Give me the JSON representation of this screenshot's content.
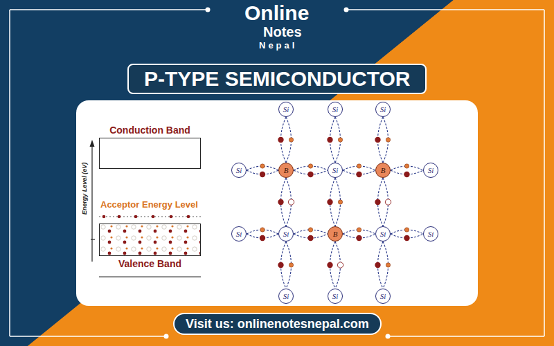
{
  "diagram": {
    "title": "P-TYPE SEMICONDUCTOR",
    "nodes": [
      {
        "text": [
          "Conduction Band"
        ]
      },
      {
        "text": [
          "Valence Band"
        ]
      },
      {
        "text": [
          "Si"
        ]
      },
      {
        "text": [
          "Si"
        ]
      },
      {
        "text": [
          "Si"
        ]
      },
      {
        "text": [
          "Si"
        ]
      },
      {
        "text": [
          "B"
        ]
      },
      {
        "text": [
          "Si"
        ]
      },
      {
        "text": [
          "B"
        ]
      },
      {
        "text": [
          "Si"
        ]
      },
      {
        "text": [
          "Si"
        ]
      },
      {
        "text": [
          "Si"
        ]
      },
      {
        "text": [
          "B"
        ]
      },
      {
        "text": [
          "Si"
        ]
      },
      {
        "text": [
          "Si"
        ]
      },
      {
        "text": [
          "Si"
        ]
      },
      {
        "text": [
          "Si"
        ]
      },
      {
        "text": [
          "Si"
        ]
      },
      {
        "text": [
          "Visit us: onlinenotesnepal.com"
        ]
      }
    ],
    "edges": [
      {
        "from": 2,
        "to": 6,
        "arrow": "none"
      },
      {
        "from": 6,
        "to": 11,
        "arrow": "none"
      },
      {
        "from": 11,
        "to": 15,
        "arrow": "none"
      },
      {
        "from": 3,
        "to": 7,
        "arrow": "none"
      },
      {
        "from": 7,
        "to": 12,
        "arrow": "none"
      },
      {
        "from": 12,
        "to": 16,
        "arrow": "none"
      },
      {
        "from": 4,
        "to": 8,
        "arrow": "none"
      },
      {
        "from": 8,
        "to": 13,
        "arrow": "none"
      },
      {
        "from": 13,
        "to": 17,
        "arrow": "none"
      },
      {
        "from": 5,
        "to": 6,
        "arrow": "none"
      },
      {
        "from": 6,
        "to": 7,
        "arrow": "none"
      },
      {
        "from": 7,
        "to": 8,
        "arrow": "none"
      },
      {
        "from": 8,
        "to": 9,
        "arrow": "none"
      },
      {
        "from": 10,
        "to": 11,
        "arrow": "none"
      },
      {
        "from": 11,
        "to": 12,
        "arrow": "none"
      },
      {
        "from": 12,
        "to": 13,
        "arrow": "none"
      },
      {
        "from": 13,
        "to": 14,
        "arrow": "none"
      }
    ],
    "labels": [
      "Online",
      "Notes",
      "Nepal",
      "Energy Level (eV)",
      "Acceptor Energy Level"
    ]
  }
}
